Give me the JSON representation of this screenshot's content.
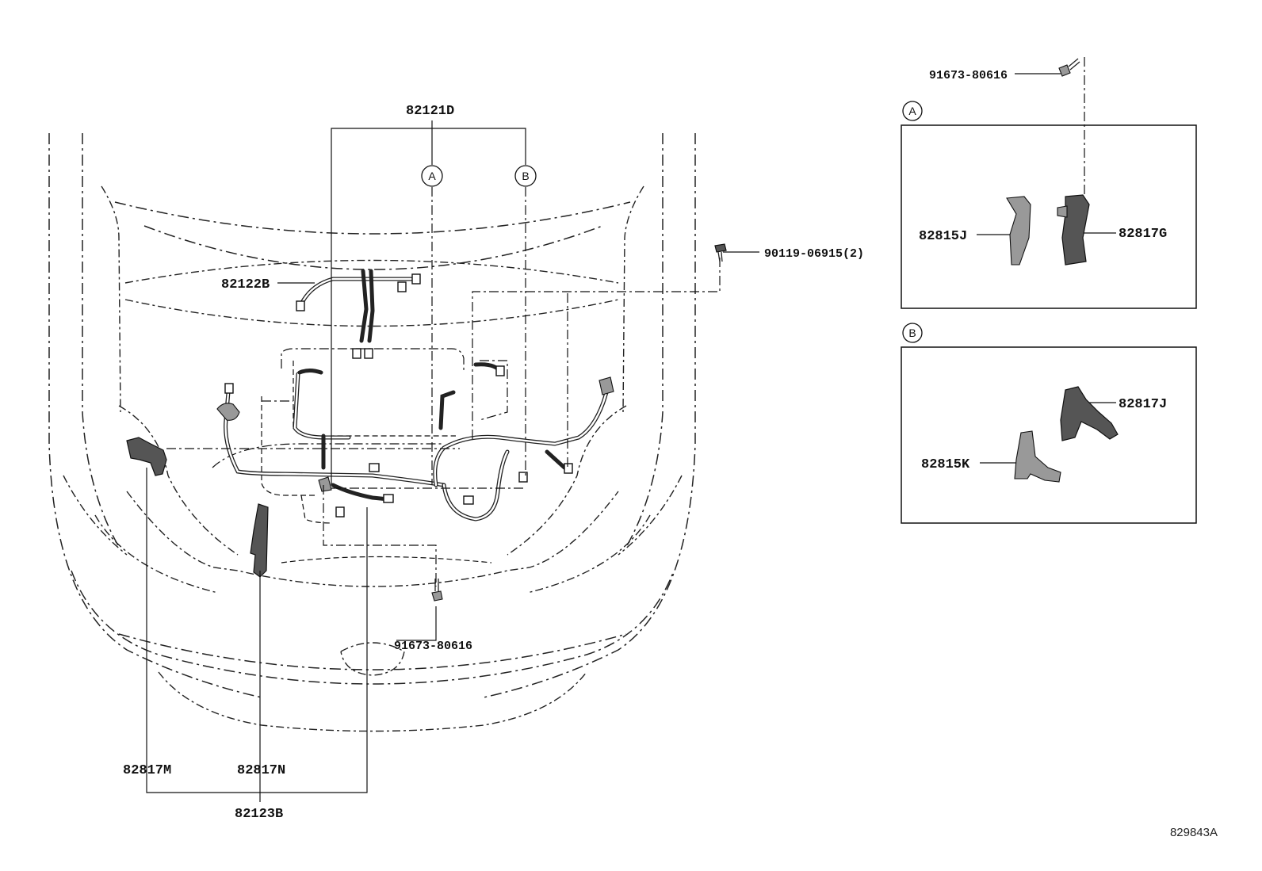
{
  "diagram": {
    "part_labels": {
      "p82121D": "82121D",
      "p82122B": "82122B",
      "p90119": "90119-06915(2)",
      "p91673_top": "91673-80616",
      "p91673_main": "91673-80616",
      "p82817M": "82817M",
      "p82817N": "82817N",
      "p82123B": "82123B",
      "p82815J": "82815J",
      "p82817G": "82817G",
      "p82817J": "82817J",
      "p82815K": "82815K"
    },
    "callouts": {
      "a_main": "A",
      "b_main": "B",
      "a_box": "A",
      "b_box": "B"
    },
    "reference_number": "829843A"
  }
}
